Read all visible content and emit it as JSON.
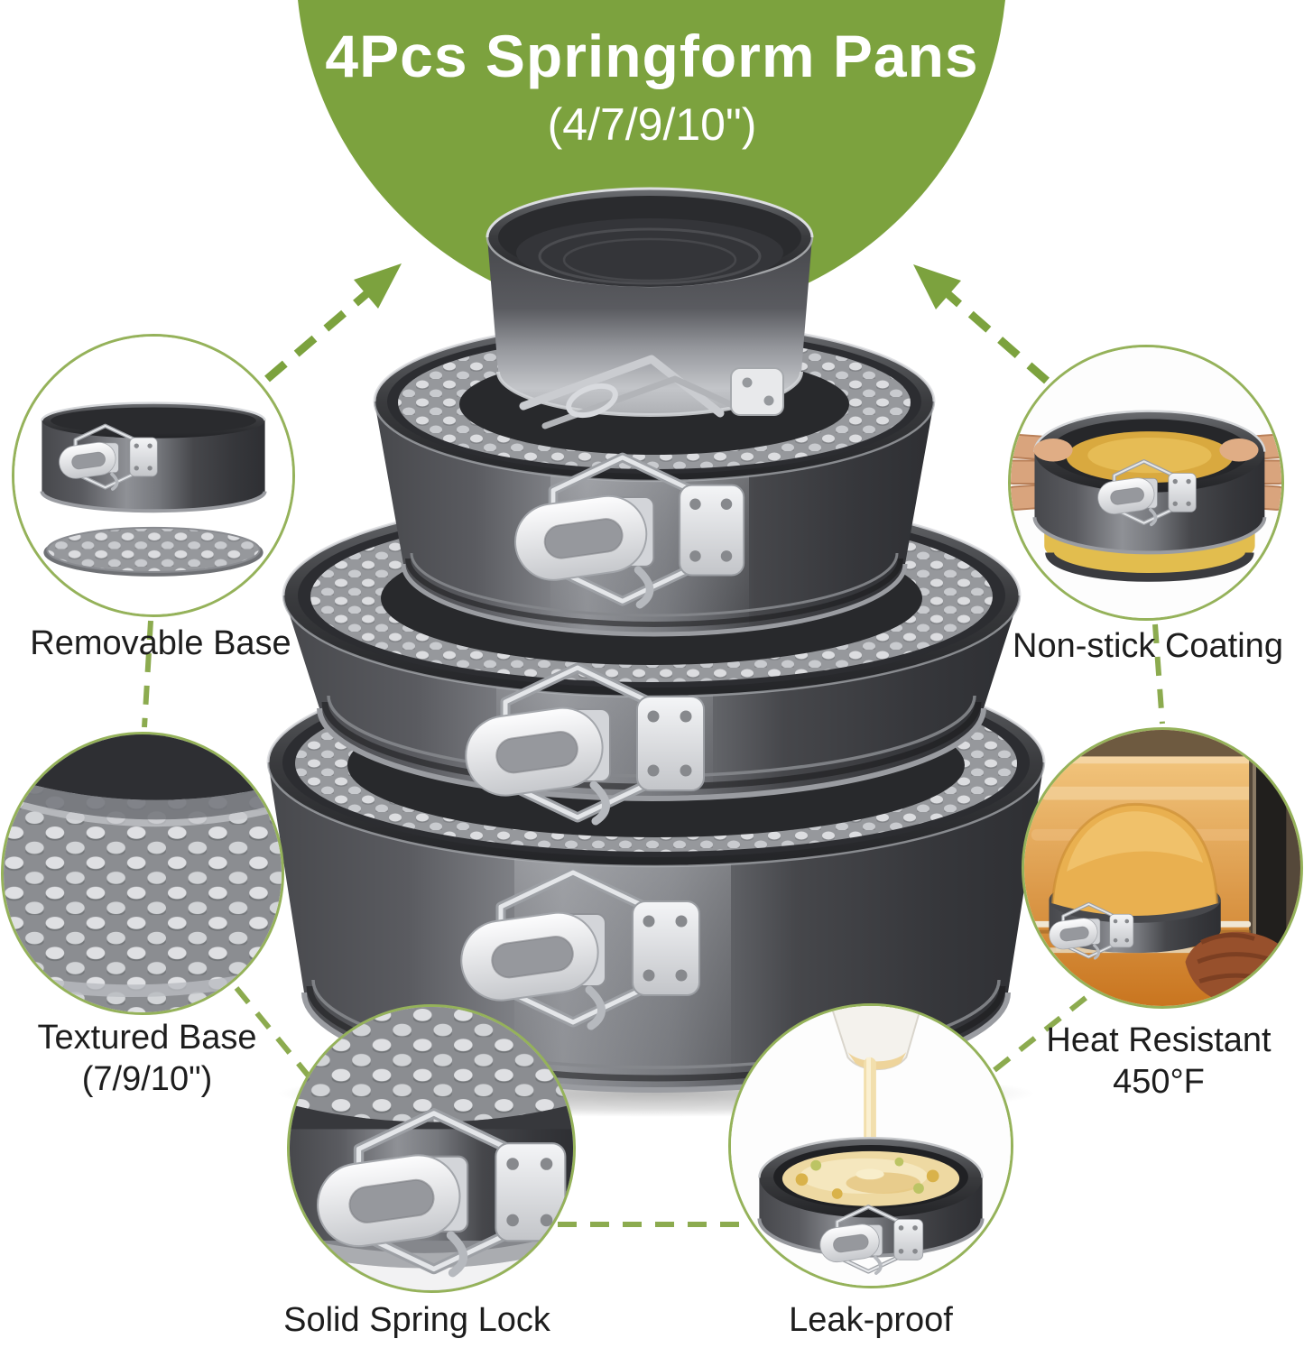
{
  "header": {
    "title": "4Pcs Springform Pans",
    "subtitle": "(4/7/9/10\")"
  },
  "callouts": [
    {
      "id": "removable-base",
      "label": "Removable Base",
      "position": "top-left",
      "photo": "springform-pan-with-detached-base"
    },
    {
      "id": "non-stick-coating",
      "label": "Non-stick Coating",
      "position": "top-right",
      "photo": "hands-holding-pan-ring-with-cake"
    },
    {
      "id": "textured-base",
      "label": "Textured Base",
      "label_line2": "(7/9/10\")",
      "position": "middle-left",
      "photo": "dimpled-base-texture-closeup"
    },
    {
      "id": "heat-resistant",
      "label": "Heat Resistant",
      "label_line2": "450°F",
      "position": "middle-right",
      "photo": "cake-baking-in-oven"
    },
    {
      "id": "solid-spring-lock",
      "label": "Solid Spring Lock",
      "position": "bottom-left",
      "photo": "spring-lock-latch-closeup"
    },
    {
      "id": "leak-proof",
      "label": "Leak-proof",
      "position": "bottom-center",
      "photo": "batter-poured-into-pan"
    }
  ],
  "product": {
    "description": "Stack of four springform cake pans with spring latches",
    "sizes": [
      "4\"",
      "7\"",
      "9\"",
      "10\""
    ]
  },
  "icons": {
    "arrow_left": "dashed-arrow-up-right-icon",
    "arrow_right": "dashed-arrow-up-left-icon"
  },
  "colors": {
    "green": "#7CA23E",
    "circleBorder": "#95B25A",
    "dashGreen": "#8CAB4F",
    "titleText": "#FFFFFF",
    "labelText": "#1D1D1D",
    "panDark": "#3B3C40",
    "panSilver": "#A9ABAF",
    "latchSilver": "#E9EAEC",
    "cakeYellow": "#E2BD4E",
    "batterCream": "#EED9A2"
  }
}
